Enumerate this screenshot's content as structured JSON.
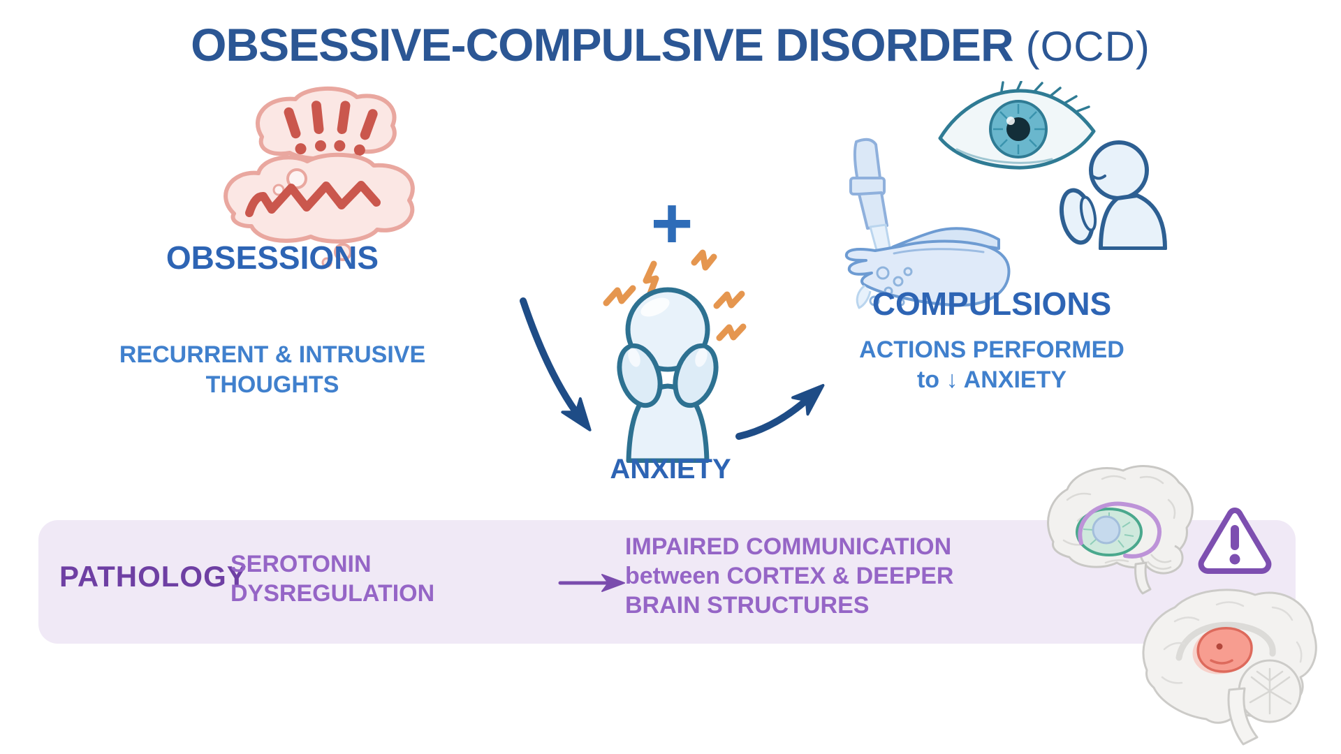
{
  "title": {
    "main": "OBSESSIVE-COMPULSIVE DISORDER",
    "suffix": "(OCD)"
  },
  "obsessions": {
    "label": "OBSESSIONS",
    "desc_line1": "RECURRENT & INTRUSIVE",
    "desc_line2": "THOUGHTS"
  },
  "center": {
    "plus": "+",
    "anxiety_label": "ANXIETY"
  },
  "compulsions": {
    "label": "COMPULSIONS",
    "desc_line1": "ACTIONS PERFORMED",
    "desc_line2": "to ↓ ANXIETY"
  },
  "pathology": {
    "label": "PATHOLOGY",
    "cause_line1": "SEROTONIN",
    "cause_line2": "DYSREGULATION",
    "effect_line1": "IMPAIRED COMMUNICATION",
    "effect_line2": "between CORTEX & DEEPER",
    "effect_line3": "BRAIN STRUCTURES"
  },
  "icons": {
    "obsessions": "thought-bubble-icon",
    "anxiety": "anxious-person-icon",
    "compulsion_wash": "hand-washing-icon",
    "compulsion_check": "eye-icon",
    "compulsion_pray": "praying-person-icon",
    "pathology_brain_top": "brain-lateral-icon",
    "pathology_warning": "warning-icon",
    "pathology_brain_bottom": "brain-sagittal-icon"
  },
  "colors": {
    "title_navy": "#2b5694",
    "header_blue": "#2d64b4",
    "sub_blue": "#4080cd",
    "arrow_navy": "#1e4c86",
    "stress_orange": "#e5964f",
    "bubble_pink_fill": "#fbe7e4",
    "bubble_pink_stroke": "#e9a79f",
    "bubble_mark_red": "#ca574d",
    "figure_fill": "#e8f2fa",
    "figure_stroke": "#2d7191",
    "band_lavender": "#f0e9f6",
    "pathology_dark_purple": "#6e3fa3",
    "pathology_purple": "#9565c6",
    "warning_purple": "#7d4fb0",
    "brain_grey": "#f2f1ef",
    "basal_teal": "#cfe9dd",
    "thalamus_red": "#f79d90"
  }
}
